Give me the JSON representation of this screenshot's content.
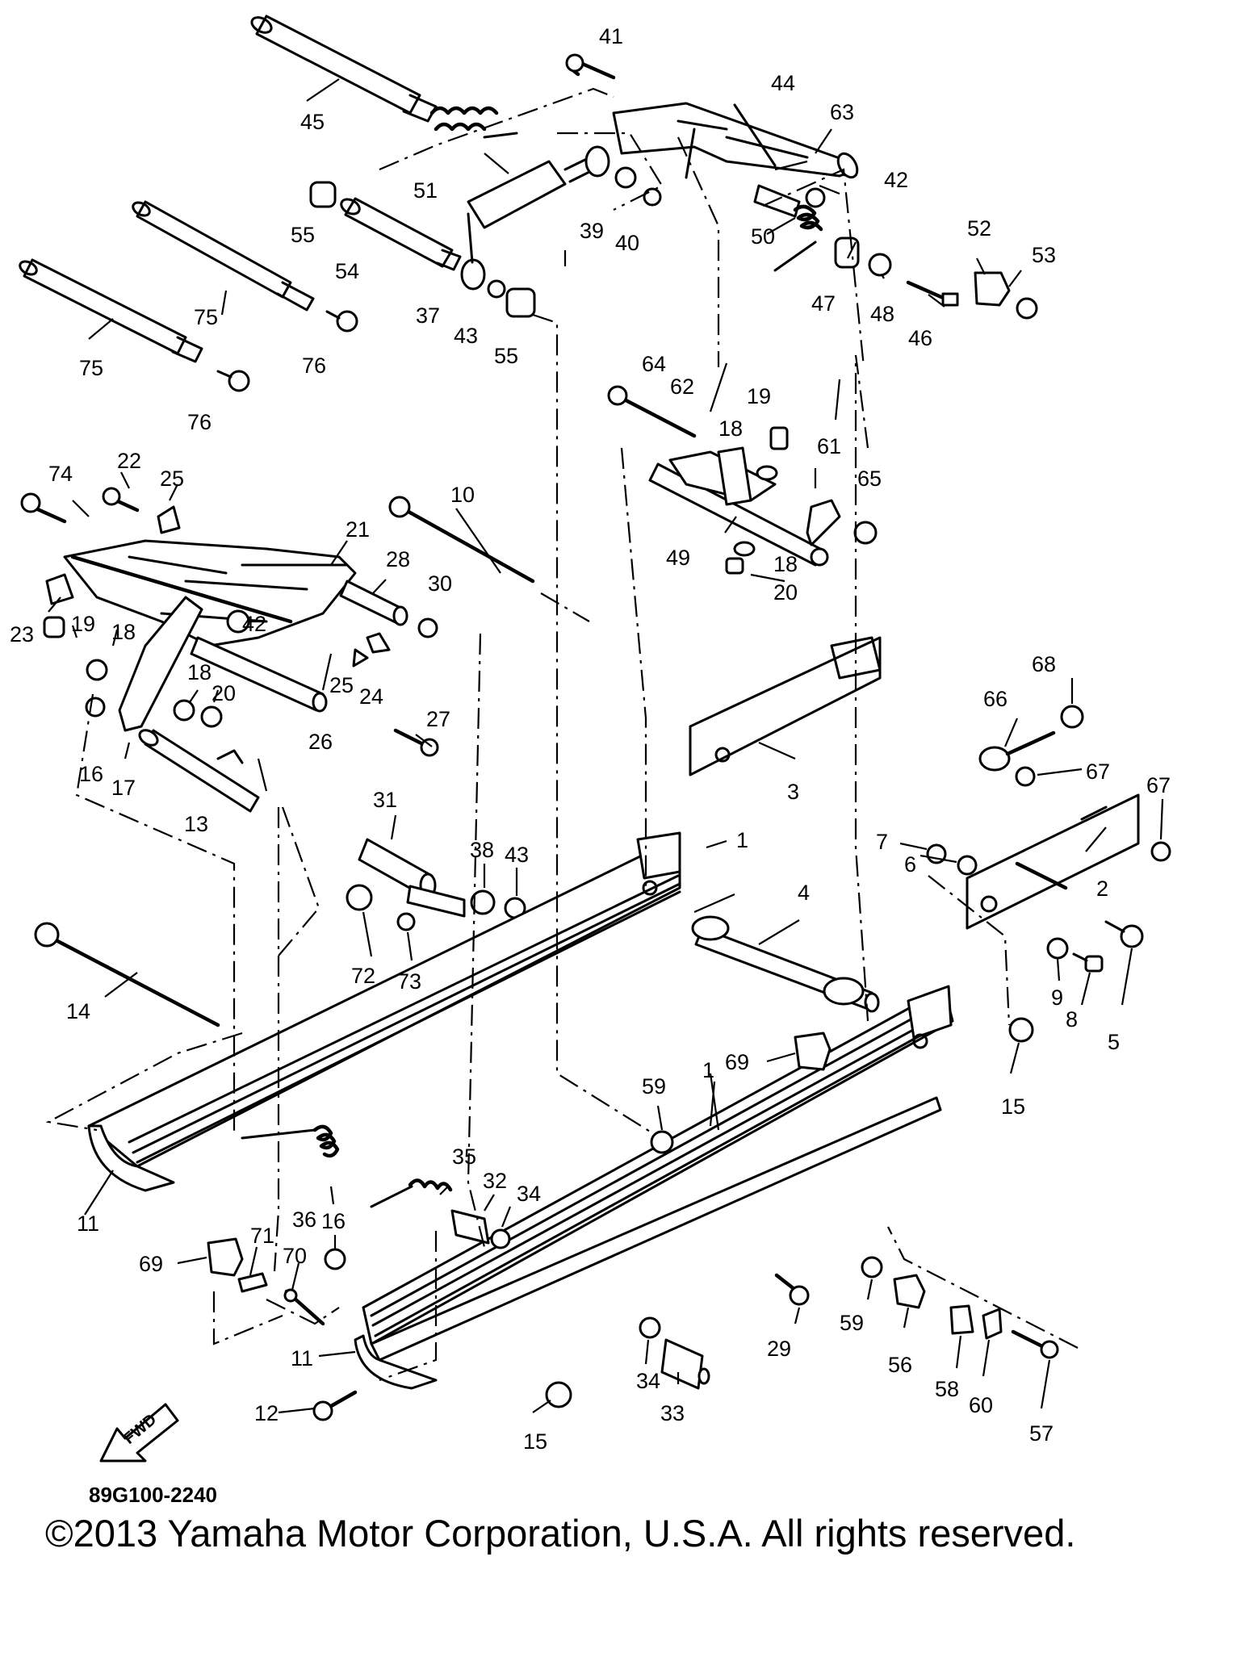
{
  "diagram": {
    "code": "89G100-2240",
    "copyright": "©2013 Yamaha Motor Corporation, U.S.A. All rights reserved.",
    "direction_arrow_label": "FWD",
    "part_numbers": [
      "1",
      "2",
      "3",
      "4",
      "5",
      "6",
      "7",
      "8",
      "9",
      "10",
      "11",
      "12",
      "13",
      "14",
      "15",
      "16",
      "17",
      "18",
      "19",
      "20",
      "21",
      "22",
      "23",
      "24",
      "25",
      "26",
      "27",
      "28",
      "29",
      "30",
      "31",
      "32",
      "33",
      "34",
      "35",
      "36",
      "37",
      "38",
      "39",
      "40",
      "41",
      "42",
      "43",
      "44",
      "45",
      "46",
      "47",
      "48",
      "49",
      "50",
      "51",
      "52",
      "53",
      "54",
      "55",
      "56",
      "57",
      "58",
      "59",
      "60",
      "61",
      "62",
      "63",
      "64",
      "65",
      "66",
      "67",
      "68",
      "69",
      "70",
      "71",
      "72",
      "73",
      "74",
      "75",
      "76"
    ]
  }
}
